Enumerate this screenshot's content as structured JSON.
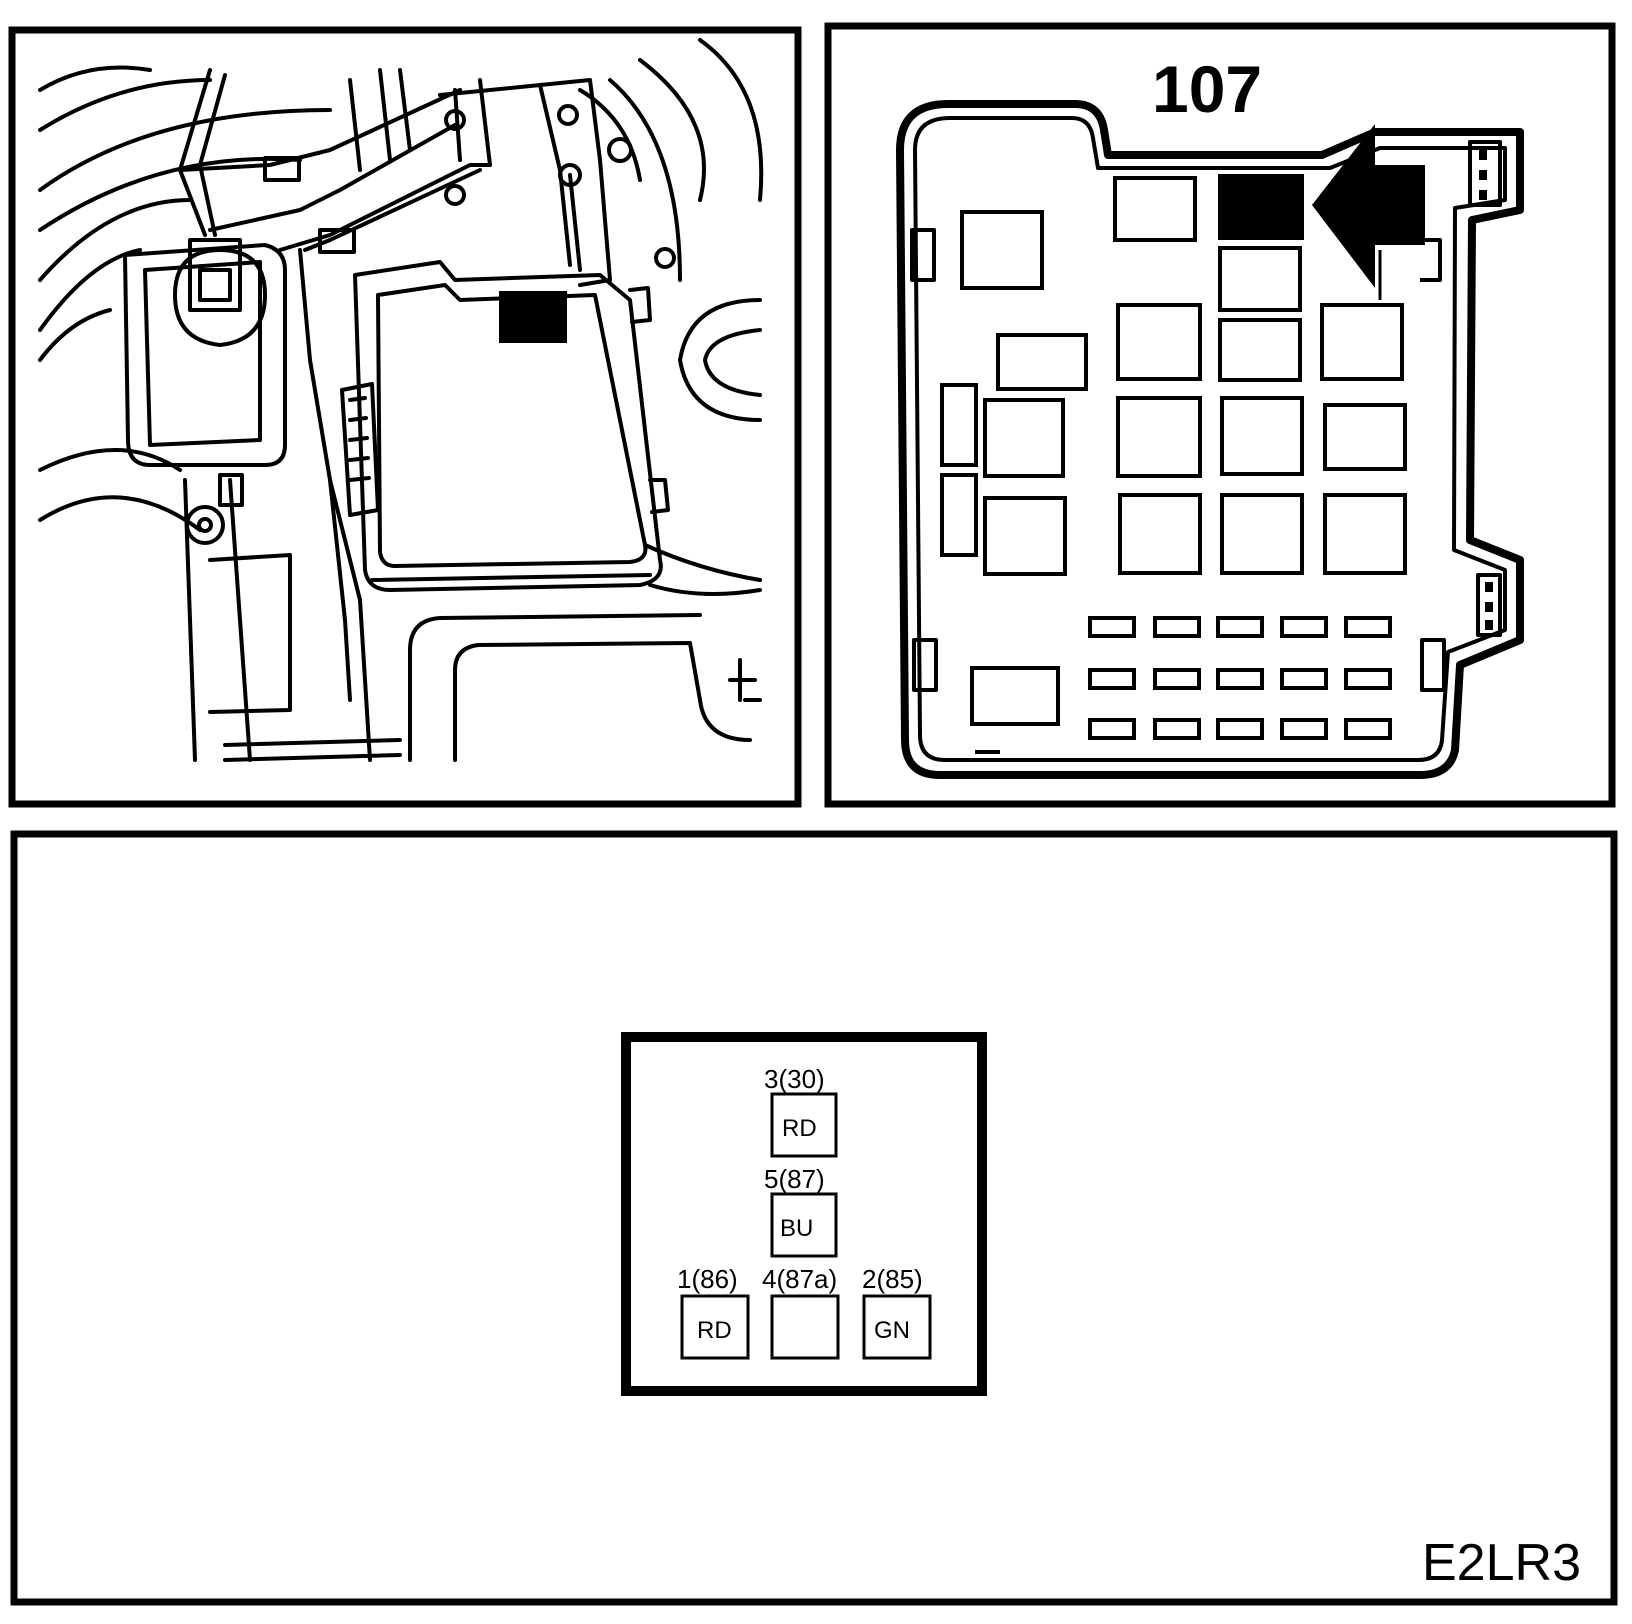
{
  "fuse_box": {
    "number": "107"
  },
  "connector": {
    "pins": [
      {
        "number": "3(30)",
        "color": "RD"
      },
      {
        "number": "5(87)",
        "color": "BU"
      },
      {
        "number": "1(86)",
        "color": "RD"
      },
      {
        "number": "4(87a)",
        "color": ""
      },
      {
        "number": "2(85)",
        "color": "GN"
      }
    ]
  },
  "figure_code": "E2LR3"
}
